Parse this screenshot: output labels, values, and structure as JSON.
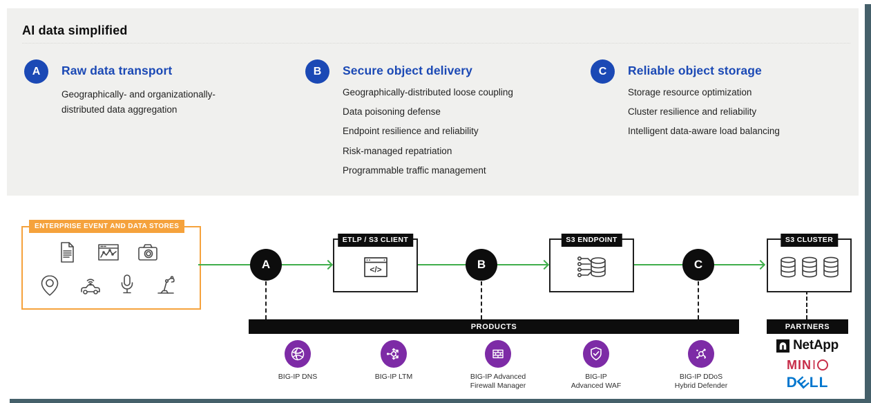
{
  "page": {
    "title": "AI data simplified"
  },
  "colors": {
    "accent_blue": "#1b49b5",
    "orange": "#f5a23c",
    "green": "#3fae4a",
    "purple": "#7d2ba6",
    "bar_black": "#0d0d0d",
    "panel_gray": "#f0f0ee",
    "edge_teal": "#45606a",
    "minio_red": "#c72c48",
    "dell_blue": "#0076ce"
  },
  "sections": [
    {
      "id": "A",
      "title": "Raw data transport",
      "bullets": [
        "Geographically- and organizationally-distributed data aggregation"
      ]
    },
    {
      "id": "B",
      "title": "Secure object delivery",
      "bullets": [
        "Geographically-distributed loose coupling",
        "Data poisoning defense",
        "Endpoint resilience and reliability",
        "Risk-managed repatriation",
        "Programmable traffic management"
      ]
    },
    {
      "id": "C",
      "title": "Reliable object storage",
      "bullets": [
        "Storage resource optimization",
        "Cluster resilience and reliability",
        "Intelligent data-aware load balancing"
      ]
    }
  ],
  "diagram": {
    "source_box": {
      "label": "ENTERPRISE EVENT AND DATA STORES",
      "icons": [
        "document-icon",
        "analytics-window-icon",
        "camera-icon",
        "location-pin-icon",
        "connected-car-icon",
        "microphone-icon",
        "robot-arm-icon"
      ]
    },
    "markers": [
      "A",
      "B",
      "C"
    ],
    "nodes": [
      {
        "label": "ETLP / S3 CLIENT",
        "icon": "code-window-icon",
        "icon_text": "</>"
      },
      {
        "label": "S3 ENDPOINT",
        "icon": "database-endpoint-icon"
      },
      {
        "label": "S3 CLUSTER",
        "icon": "database-cluster-icon"
      }
    ],
    "products_bar_label": "PRODUCTS",
    "partners_bar_label": "PARTNERS",
    "products": [
      {
        "name": "BIG-IP DNS",
        "icon": "dns-globe-icon",
        "lines": [
          "BIG-IP DNS"
        ]
      },
      {
        "name": "BIG-IP LTM",
        "icon": "load-balancer-icon",
        "lines": [
          "BIG-IP LTM"
        ]
      },
      {
        "name": "BIG-IP Advanced Firewall Manager",
        "icon": "firewall-bricks-icon",
        "lines": [
          "BIG-IP Advanced",
          "Firewall Manager"
        ]
      },
      {
        "name": "BIG-IP Advanced WAF",
        "icon": "shield-check-icon",
        "lines": [
          "BIG-IP",
          "Advanced WAF"
        ]
      },
      {
        "name": "BIG-IP DDoS Hybrid Defender",
        "icon": "ddos-defender-icon",
        "lines": [
          "BIG-IP DDoS",
          "Hybrid Defender"
        ]
      }
    ],
    "partners": [
      {
        "name": "NetApp"
      },
      {
        "name": "MINIO",
        "parts": [
          "MIN",
          "I",
          "O"
        ]
      },
      {
        "name": "Dell",
        "parts": [
          "D",
          "E",
          "LL"
        ]
      }
    ]
  }
}
